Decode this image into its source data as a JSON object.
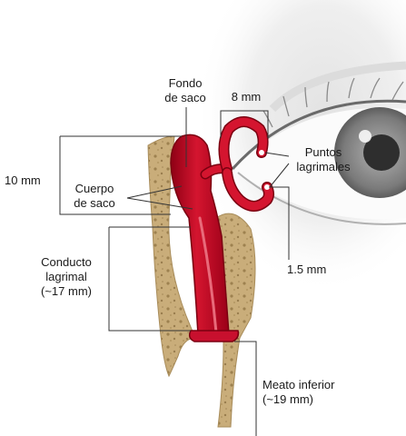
{
  "labels": {
    "fondo_line1": "Fondo",
    "fondo_line2": "de saco",
    "width_8mm": "8 mm",
    "height_10mm": "10 mm",
    "cuerpo_line1": "Cuerpo",
    "cuerpo_line2": "de saco",
    "puntos_line1": "Puntos",
    "puntos_line2": "lagrimales",
    "conducto_line1": "Conducto",
    "conducto_line2": "lagrimal",
    "conducto_line3": "(~17 mm)",
    "size_1_5mm": "1.5 mm",
    "meato_line1": "Meato inferior",
    "meato_line2": "(~19 mm)"
  },
  "colors": {
    "duct_red": "#c8102e",
    "duct_dark": "#7a0010",
    "bone": "#c9ad7a",
    "bone_spot": "#8a6e3e",
    "leader": "#333333",
    "eye_gray": "#8a8a8a"
  }
}
